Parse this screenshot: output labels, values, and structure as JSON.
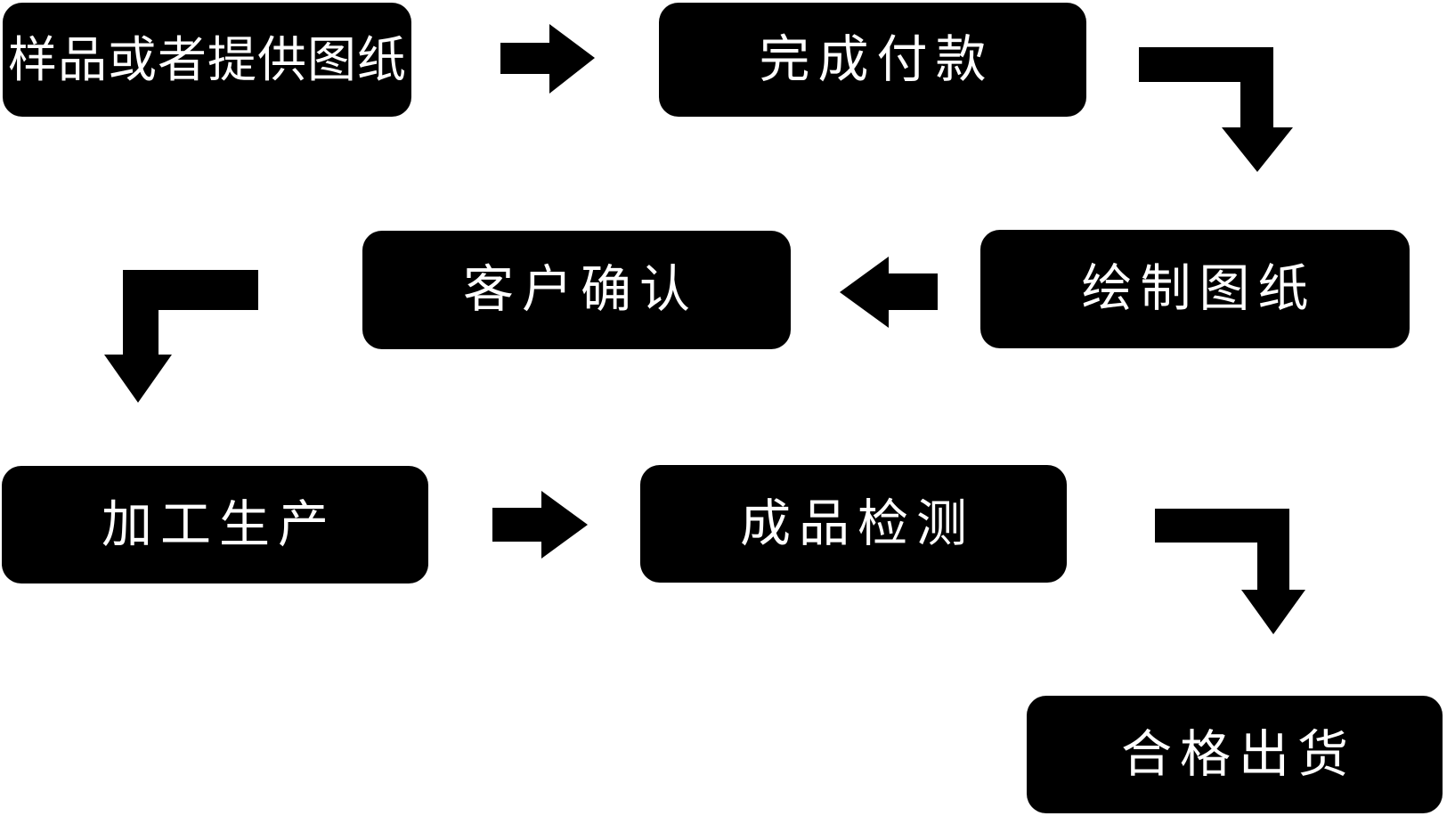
{
  "page": {
    "type": "process-flowchart"
  },
  "colors": {
    "page_bg": "#ffffff",
    "box_bg": "#000000",
    "box_text": "#ffffff",
    "arrow": "#000000"
  },
  "flowchart": {
    "steps": [
      {
        "id": "sample-or-drawing",
        "label": "样品或者提供图纸"
      },
      {
        "id": "complete-payment",
        "label": "完成付款"
      },
      {
        "id": "draft-drawing",
        "label": "绘制图纸"
      },
      {
        "id": "customer-confirm",
        "label": "客户确认"
      },
      {
        "id": "production",
        "label": "加工生产"
      },
      {
        "id": "product-inspection",
        "label": "成品检测"
      },
      {
        "id": "qualified-shipment",
        "label": "合格出货"
      }
    ],
    "connections": [
      {
        "from": "样品或者提供图纸",
        "to": "完成付款",
        "arrow": "right"
      },
      {
        "from": "完成付款",
        "to": "绘制图纸",
        "arrow": "elbow-down-right"
      },
      {
        "from": "绘制图纸",
        "to": "客户确认",
        "arrow": "left"
      },
      {
        "from": "客户确认",
        "to": "加工生产",
        "arrow": "elbow-down-left"
      },
      {
        "from": "加工生产",
        "to": "成品检测",
        "arrow": "right"
      },
      {
        "from": "成品检测",
        "to": "合格出货",
        "arrow": "elbow-down-right"
      }
    ]
  }
}
